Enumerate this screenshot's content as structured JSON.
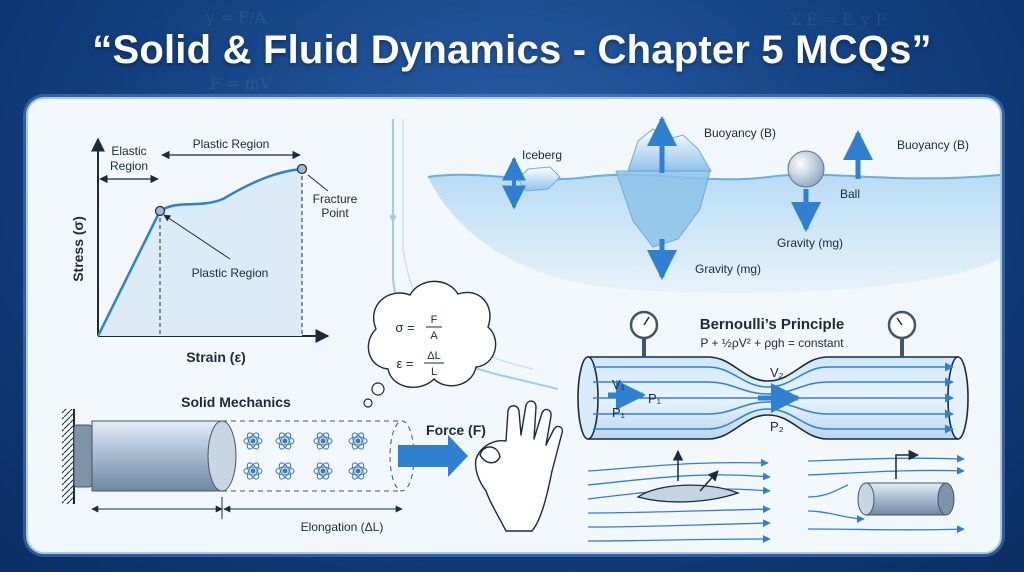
{
  "title": "“Solid & Fluid Dynamics - Chapter 5 MCQs”",
  "stress_strain": {
    "elastic_region": [
      "Elastic",
      "Region"
    ],
    "plastic_region_top": "Plastic Region",
    "plastic_region_point": "Plastic Region",
    "fracture_point": [
      "Fracture",
      "Point"
    ],
    "y_axis": "Stress (σ)",
    "x_axis": "Strain (ε)"
  },
  "buoyancy": {
    "iceberg": "Iceberg",
    "buoyancy_iceberg": "Buoyancy (B)",
    "gravity_iceberg": "Gravity (mg)",
    "buoyancy_ball": "Buoyancy (B)",
    "ball": "Ball",
    "gravity_ball": "Gravity (mg)"
  },
  "solid_mechanics": {
    "label": "Solid Mechanics",
    "force": "Force (F)",
    "elongation": "Elongation (ΔL)",
    "formula_stress_lhs": "σ =",
    "formula_stress_num": "F",
    "formula_stress_den": "A",
    "formula_strain_lhs": "ε =",
    "formula_strain_num": "ΔL",
    "formula_strain_den": "L"
  },
  "bernoulli": {
    "title": "Bernoulli’s Principle",
    "equation": "P + ½ρV² + ρgh = constant",
    "v1": "V₁",
    "p1_inner": "P₁",
    "p1_outer": "P₁",
    "v2": "V₂",
    "p2": "P₂"
  }
}
